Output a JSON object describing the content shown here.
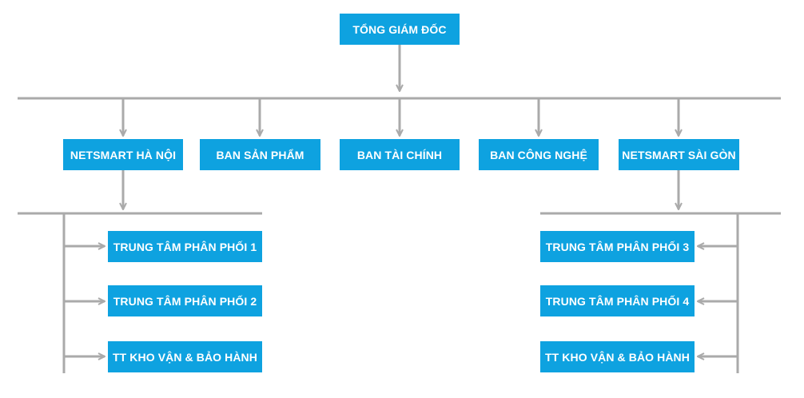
{
  "chart": {
    "root": {
      "label": "TỔNG GIÁM ĐỐC"
    },
    "departments": [
      {
        "label": "NETSMART HÀ NỘI"
      },
      {
        "label": "BAN SẢN PHẨM"
      },
      {
        "label": "BAN TÀI CHÍNH"
      },
      {
        "label": "BAN CÔNG NGHỆ"
      },
      {
        "label": "NETSMART SÀI GÒN"
      }
    ],
    "hanoi_units": [
      {
        "label": "TRUNG TÂM PHÂN PHỐI 1"
      },
      {
        "label": "TRUNG TÂM PHÂN PHỐI 2"
      },
      {
        "label": "TT KHO VẬN & BẢO HÀNH"
      }
    ],
    "saigon_units": [
      {
        "label": "TRUNG TÂM PHÂN PHỐI 3"
      },
      {
        "label": "TRUNG TÂM PHÂN PHỐI 4"
      },
      {
        "label": "TT KHO VẬN & BẢO HÀNH"
      }
    ]
  },
  "colors": {
    "box": "#0ea2e0",
    "box_text": "#ffffff",
    "connector": "#aaaaaa"
  }
}
